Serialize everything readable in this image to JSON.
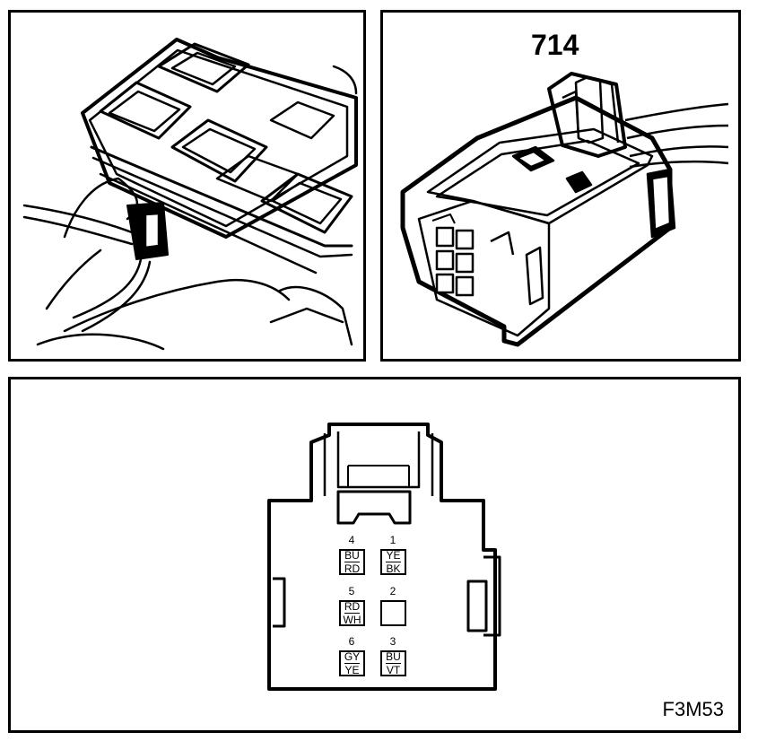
{
  "connector_id": "714",
  "figure_code": "F3M53",
  "pins": [
    {
      "number": "4",
      "color1": "BU",
      "color2": "RD"
    },
    {
      "number": "1",
      "color1": "YE",
      "color2": "BK"
    },
    {
      "number": "5",
      "color1": "RD",
      "color2": "WH"
    },
    {
      "number": "2",
      "color1": "",
      "color2": ""
    },
    {
      "number": "6",
      "color1": "GY",
      "color2": "YE"
    },
    {
      "number": "3",
      "color1": "BU",
      "color2": "VT"
    }
  ]
}
